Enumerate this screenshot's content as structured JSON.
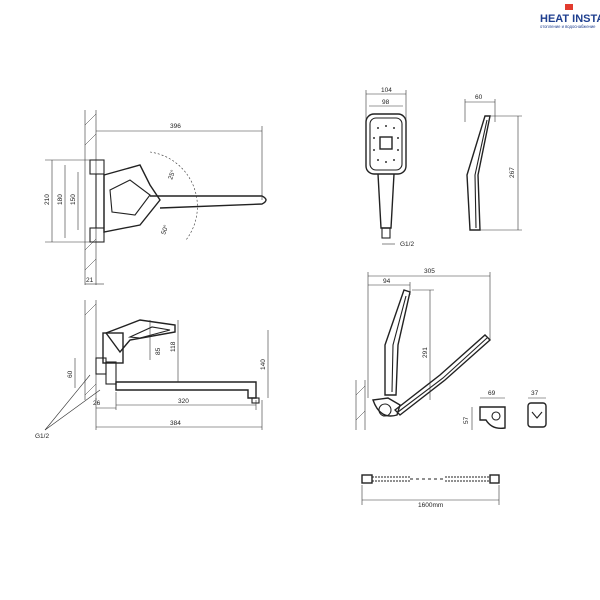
{
  "brand": {
    "name": "HEAT INSTALL",
    "tagline": "отопление и водоснабжение",
    "color": "#1f3f8f",
    "accent": "#e23b2e"
  },
  "dimensions": {
    "wall_mixer_top": {
      "width": "396",
      "height_outer": "210",
      "height_mid": "180",
      "height_inner": "150",
      "swivel_angle_1": "25°",
      "swivel_angle_2": "50°",
      "wall_offset": "21"
    },
    "wall_mixer_side": {
      "lever_height": "118",
      "lever_offset": "85",
      "spout_height": "140",
      "inlet_height": "60",
      "connector": "26",
      "spout_reach": "320",
      "total_length": "384",
      "thread": "G1/2"
    },
    "hand_shower": {
      "head_width_outer": "104",
      "head_width_inner": "98",
      "thread": "G1/2",
      "depth": "60",
      "length": "267"
    },
    "shower_holder": {
      "reach": "305",
      "offset": "94",
      "height": "291",
      "bracket_width": "69",
      "bracket_height": "57",
      "bracket_depth": "37"
    },
    "hose": {
      "length": "1600mm"
    }
  }
}
